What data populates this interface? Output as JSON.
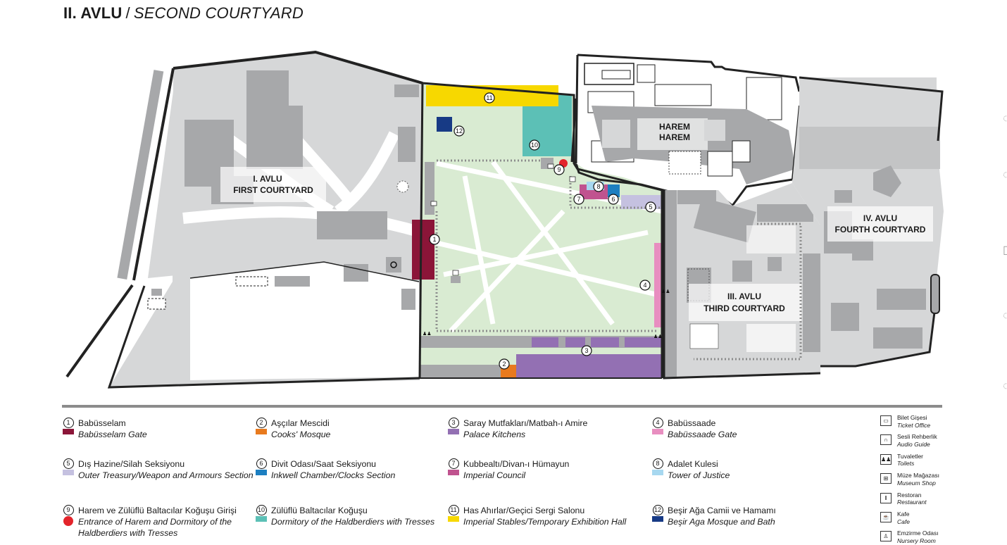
{
  "title": {
    "bold": "II. AVLU",
    "sep": "/",
    "italic": "SECOND COURTYARD"
  },
  "zones": {
    "first_tr": "I. AVLU",
    "first_en": "FIRST COURTYARD",
    "harem_tr": "HAREM",
    "harem_en": "HAREM",
    "third_tr": "III. AVLU",
    "third_en": "THIRD COURTYARD",
    "fourth_tr": "IV. AVLU",
    "fourth_en": "FOURTH COURTYARD"
  },
  "map_numbers": [
    "1",
    "2",
    "3",
    "4",
    "5",
    "6",
    "7",
    "8",
    "9",
    "10",
    "11",
    "12"
  ],
  "colors": {
    "babusselam": "#8b1538",
    "ascilar": "#e87a1e",
    "kitchens": "#9370b3",
    "babussaade": "#e88ec0",
    "treasury": "#c5c1e0",
    "divit": "#1d7fc1",
    "kubbealti": "#c0538f",
    "adalet": "#a7d8f0",
    "harem_entrance": "#e3242b",
    "zuluflu": "#5cc0b6",
    "has_ahirlar": "#f7d800",
    "besir_aga": "#173a85",
    "courtyard_green": "#d9ebd2",
    "building_gray": "#a7a8aa",
    "light_gray": "#d6d7d8"
  },
  "legend": [
    {
      "num": "1",
      "tr": "Babüsselam",
      "en": "Babüsselam Gate",
      "color": "#8b1538"
    },
    {
      "num": "2",
      "tr": "Aşçılar Mescidi",
      "en": "Cooks' Mosque",
      "color": "#e87a1e"
    },
    {
      "num": "3",
      "tr": "Saray Mutfakları/Matbah-ı Amire",
      "en": "Palace Kitchens",
      "color": "#9370b3"
    },
    {
      "num": "4",
      "tr": "Babüssaade",
      "en": "Babüssaade Gate",
      "color": "#e88ec0"
    },
    {
      "num": "5",
      "tr": "Dış Hazine/Silah Seksiyonu",
      "en": "Outer Treasury/Weapon and Armours Section",
      "color": "#c5c1e0"
    },
    {
      "num": "6",
      "tr": "Divit Odası/Saat Seksiyonu",
      "en": "Inkwell Chamber/Clocks Section",
      "color": "#1d7fc1"
    },
    {
      "num": "7",
      "tr": "Kubbealtı/Divan-ı Hümayun",
      "en": "Imperial Council",
      "color": "#c0538f"
    },
    {
      "num": "8",
      "tr": "Adalet Kulesi",
      "en": "Tower of Justice",
      "color": "#a7d8f0"
    },
    {
      "num": "9",
      "tr": "Harem ve Zülüflü Baltacılar Koğuşu Girişi",
      "en": "Entrance of Harem and Dormitory of the",
      "en2": "Haldberdiers with Tresses",
      "color": "#e3242b",
      "dot": true
    },
    {
      "num": "10",
      "tr": "Zülüflü Baltacılar Koğuşu",
      "en": "Dormitory of the Haldberdiers with Tresses",
      "color": "#5cc0b6"
    },
    {
      "num": "11",
      "tr": "Has Ahırlar/Geçici Sergi Salonu",
      "en": "Imperial Stables/Temporary Exhibition Hall",
      "color": "#f7d800"
    },
    {
      "num": "12",
      "tr": "Beşir Ağa Camii ve Hamamı",
      "en": "Beşir Aga Mosque and Bath",
      "color": "#173a85"
    }
  ],
  "facilities": [
    {
      "icon": "ticket-office-icon",
      "glyph": "▭",
      "tr": "Bilet Gişesi",
      "en": "Ticket Office"
    },
    {
      "icon": "audio-guide-icon",
      "glyph": "∩",
      "tr": "Sesli Rehberlik",
      "en": "Audio Guide"
    },
    {
      "icon": "toilets-icon",
      "glyph": "♟♟",
      "tr": "Tuvaletler",
      "en": "Toilets"
    },
    {
      "icon": "museum-shop-icon",
      "glyph": "⊞",
      "tr": "Müze Mağazası",
      "en": "Museum Shop"
    },
    {
      "icon": "restaurant-icon",
      "glyph": "ǁ",
      "tr": "Restoran",
      "en": "Restaurant"
    },
    {
      "icon": "cafe-icon",
      "glyph": "☕",
      "tr": "Kafe",
      "en": "Cafe"
    },
    {
      "icon": "nursery-room-icon",
      "glyph": "♙",
      "tr": "Emzirme Odası",
      "en": "Nursery Room"
    }
  ]
}
